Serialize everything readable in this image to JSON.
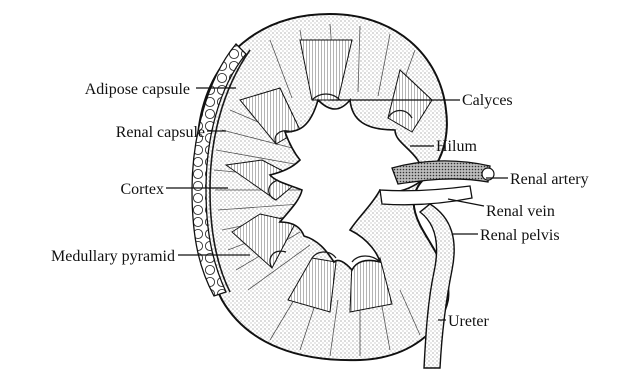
{
  "diagram": {
    "labels": {
      "adipose_capsule": "Adipose capsule",
      "renal_capsule": "Renal capsule",
      "cortex": "Cortex",
      "medullary_pyramid": "Medullary pyramid",
      "calyces": "Calyces",
      "hilum": "Hilum",
      "renal_artery": "Renal artery",
      "renal_vein": "Renal vein",
      "renal_pelvis": "Renal pelvis",
      "ureter": "Ureter"
    },
    "colors": {
      "ink": "#111111",
      "paper": "#ffffff",
      "shade": "#c8c8c8"
    }
  }
}
